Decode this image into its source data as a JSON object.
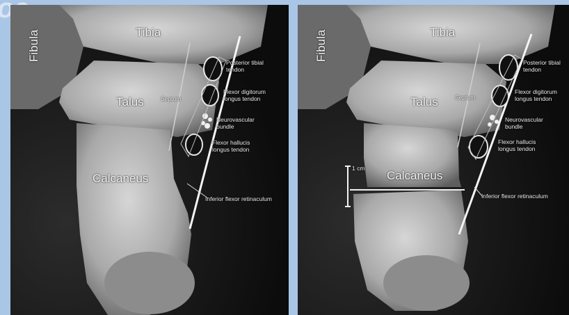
{
  "watermark": "oc",
  "panels": [
    {
      "labels": {
        "fibula": "Fibula",
        "tibia": "Tibia",
        "talus": "Talus",
        "calcaneus": "Calcaneus",
        "septum": "Septum",
        "posterior_tibial": "Posterior tibial tendon",
        "flexor_digitorum": "Flexor digitorum longus tendon",
        "neurovascular": "Neurovascular bundle",
        "flexor_hallucis": "Flexor hallucis longus tendon",
        "retinaculum": "Inferior flexor retinaculum"
      }
    },
    {
      "labels": {
        "fibula": "Fibula",
        "tibia": "Tibia",
        "talus": "Talus",
        "calcaneus": "Calcaneus",
        "septum": "Septum",
        "posterior_tibial": "Posterior tibial tendon",
        "flexor_digitorum": "Flexor digitorum longus tendon",
        "neurovascular": "Neurovascular bundle",
        "flexor_hallucis": "Flexor hallucis longus tendon",
        "retinaculum": "Inferior flexor retinaculum",
        "scale": "1 cm"
      }
    }
  ]
}
